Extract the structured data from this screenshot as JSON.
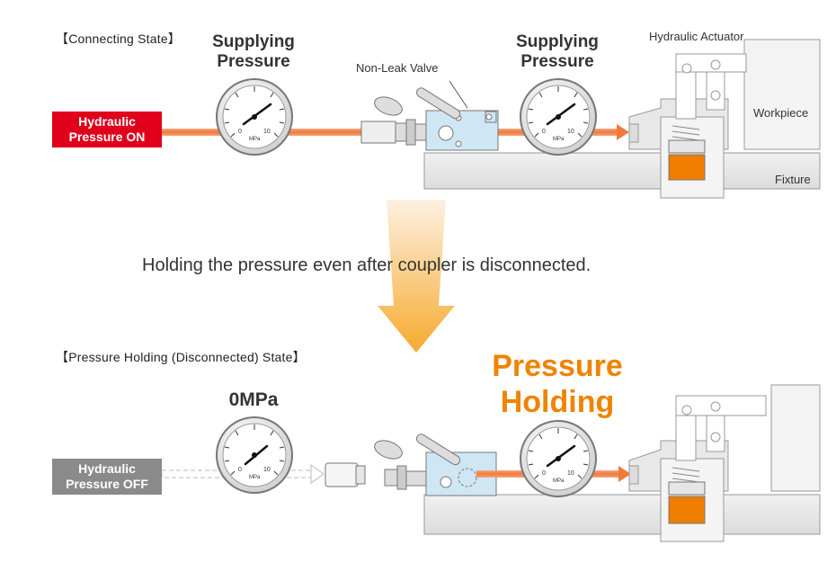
{
  "connecting": {
    "title": "【Connecting State】",
    "supplying_pressure_1": [
      "Supplying",
      "Pressure"
    ],
    "supplying_pressure_2": [
      "Supplying",
      "Pressure"
    ],
    "non_leak_valve": "Non-Leak Valve",
    "hydraulic_actuator": "Hydraulic Actuator",
    "workpiece": "Workpiece",
    "fixture": "Fixture",
    "badge": [
      "Hydraulic",
      "Pressure ON"
    ]
  },
  "transition_caption": "Holding the pressure even after coupler is disconnected.",
  "holding": {
    "title": "【Pressure Holding (Disconnected) State】",
    "zero_label": "0MPa",
    "pressure_holding": [
      "Pressure",
      "Holding"
    ],
    "badge": [
      "Hydraulic",
      "Pressure OFF"
    ]
  },
  "gauge": {
    "min": "0",
    "max": "10",
    "unit": "MPa"
  },
  "colors": {
    "accent_orange": "#f08300",
    "pressure_line": "#f07a3c",
    "on_red": "#e0001b",
    "off_gray": "#8a8a8a",
    "oil": "#ef7d00"
  }
}
